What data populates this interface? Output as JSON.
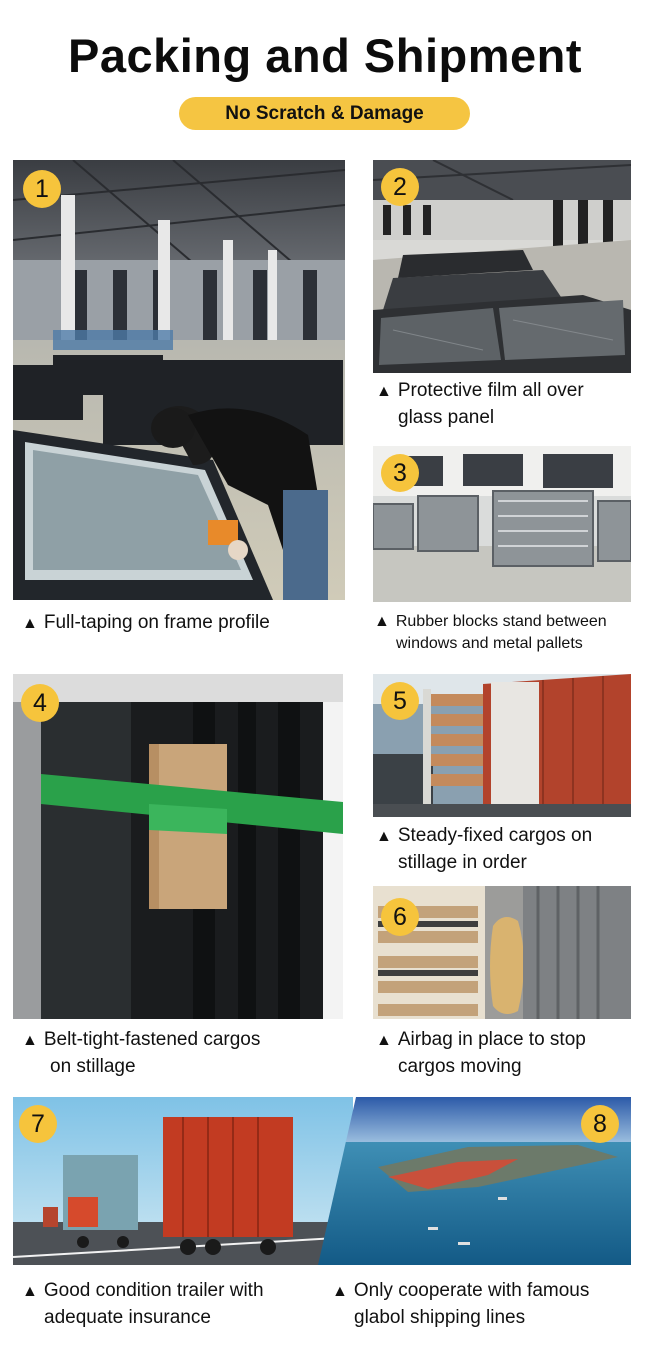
{
  "header": {
    "title": "Packing and Shipment",
    "subtitle": "No Scratch & Damage"
  },
  "marker": "▲",
  "steps": [
    {
      "number": "1",
      "caption_line1": "Full-taping on frame profile",
      "caption_line2": ""
    },
    {
      "number": "2",
      "caption_line1": "Protective film all over",
      "caption_line2": "glass panel"
    },
    {
      "number": "3",
      "caption_line1": "Rubber blocks stand between",
      "caption_line2": "windows and metal pallets"
    },
    {
      "number": "4",
      "caption_line1": "Belt-tight-fastened cargos",
      "caption_line2": "on stillage"
    },
    {
      "number": "5",
      "caption_line1": "Steady-fixed cargos on",
      "caption_line2": "stillage in order"
    },
    {
      "number": "6",
      "caption_line1": "Airbag in place to stop",
      "caption_line2": "cargos moving"
    },
    {
      "number": "7",
      "caption_line1": "Good condition trailer with",
      "caption_line2": "adequate insurance"
    },
    {
      "number": "8",
      "caption_line1": "Only cooperate with famous",
      "caption_line2": "glabol shipping lines"
    }
  ]
}
